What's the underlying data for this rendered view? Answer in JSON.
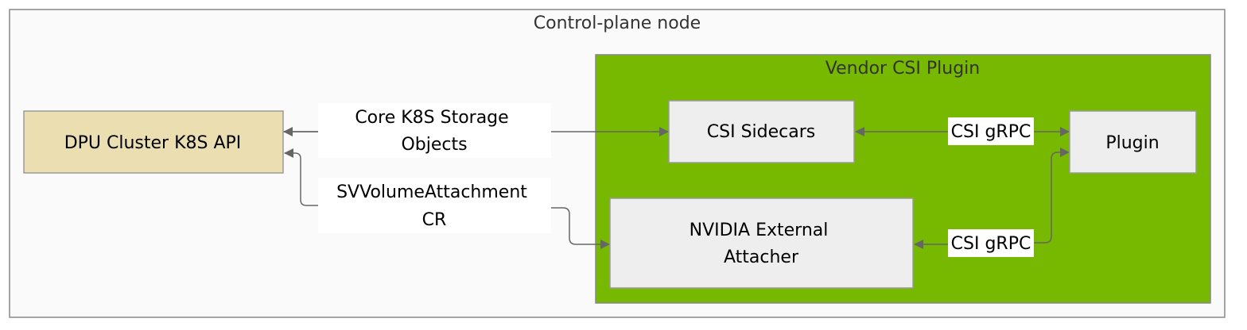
{
  "outer_cluster": {
    "title": "Control-plane node"
  },
  "inner_cluster": {
    "title": "Vendor CSI Plugin",
    "fill": "#76b900"
  },
  "nodes": {
    "k8s_api": {
      "label": "DPU Cluster K8S API",
      "fill": "#ebdfb2"
    },
    "csi_sidecars": {
      "label": "CSI Sidecars"
    },
    "plugin": {
      "label": "Plugin"
    },
    "external_attacher": {
      "label_line1": "NVIDIA External",
      "label_line2": "Attacher"
    }
  },
  "edges": {
    "storage_objects": {
      "label_line1": "Core K8S Storage",
      "label_line2": "Objects"
    },
    "volume_attachment": {
      "label_line1": "SVVolumeAttachment",
      "label_line2": "CR"
    },
    "sidecars_plugin": {
      "label": "CSI gRPC"
    },
    "attacher_plugin": {
      "label": "CSI gRPC"
    }
  }
}
